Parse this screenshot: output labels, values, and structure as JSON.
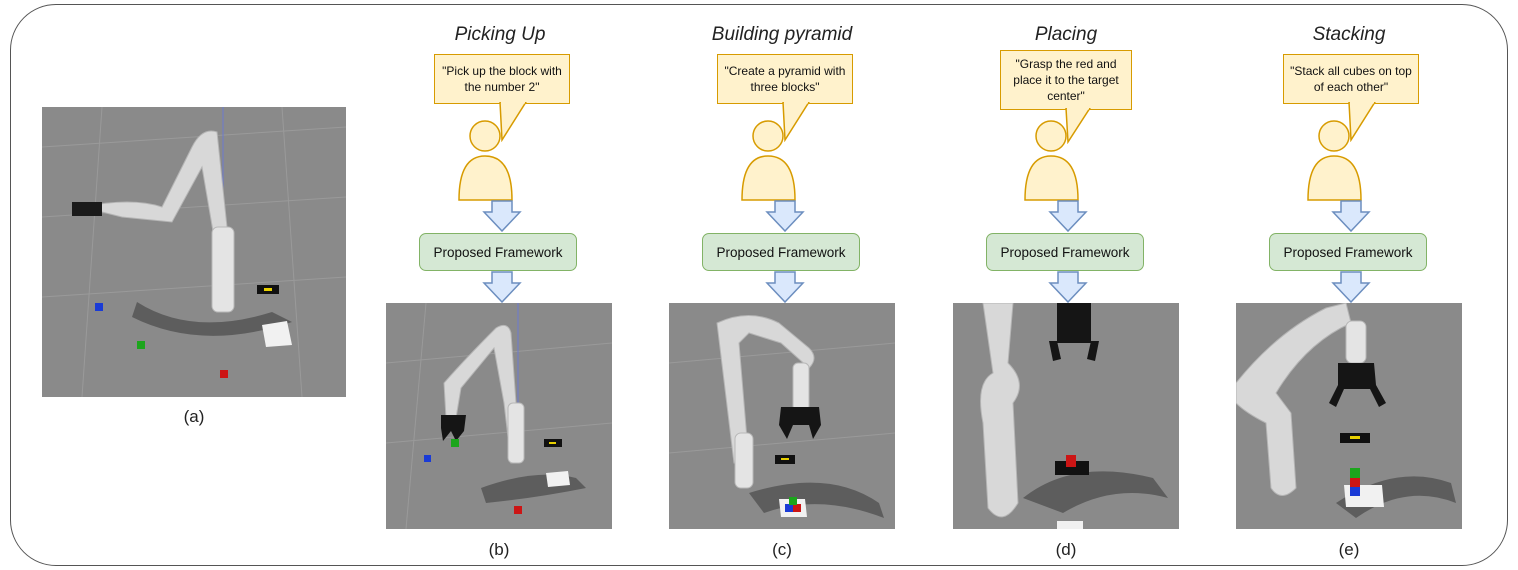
{
  "panels": [
    {
      "id": "a",
      "caption": "(a)"
    },
    {
      "id": "b",
      "caption": "(b)",
      "title": "Picking Up",
      "instruction": "\"Pick up the block with the number 2\"",
      "framework": "Proposed Framework"
    },
    {
      "id": "c",
      "caption": "(c)",
      "title": "Building pyramid",
      "instruction": "\"Create a pyramid with three blocks\"",
      "framework": "Proposed Framework"
    },
    {
      "id": "d",
      "caption": "(d)",
      "title": "Placing",
      "instruction": "\"Grasp the red and place it to the target center\"",
      "framework": "Proposed Framework"
    },
    {
      "id": "e",
      "caption": "(e)",
      "title": "Stacking",
      "instruction": "\"Stack all cubes on top of each other\"",
      "framework": "Proposed Framework"
    }
  ],
  "colors": {
    "bubble_fill": "#fff2cc",
    "bubble_border": "#d79b00",
    "framework_fill": "#d5e8d4",
    "framework_border": "#82b366",
    "arrow_fill": "#dae8fc",
    "arrow_border": "#6c8ebf",
    "sim_background": "#8a8a8a"
  }
}
